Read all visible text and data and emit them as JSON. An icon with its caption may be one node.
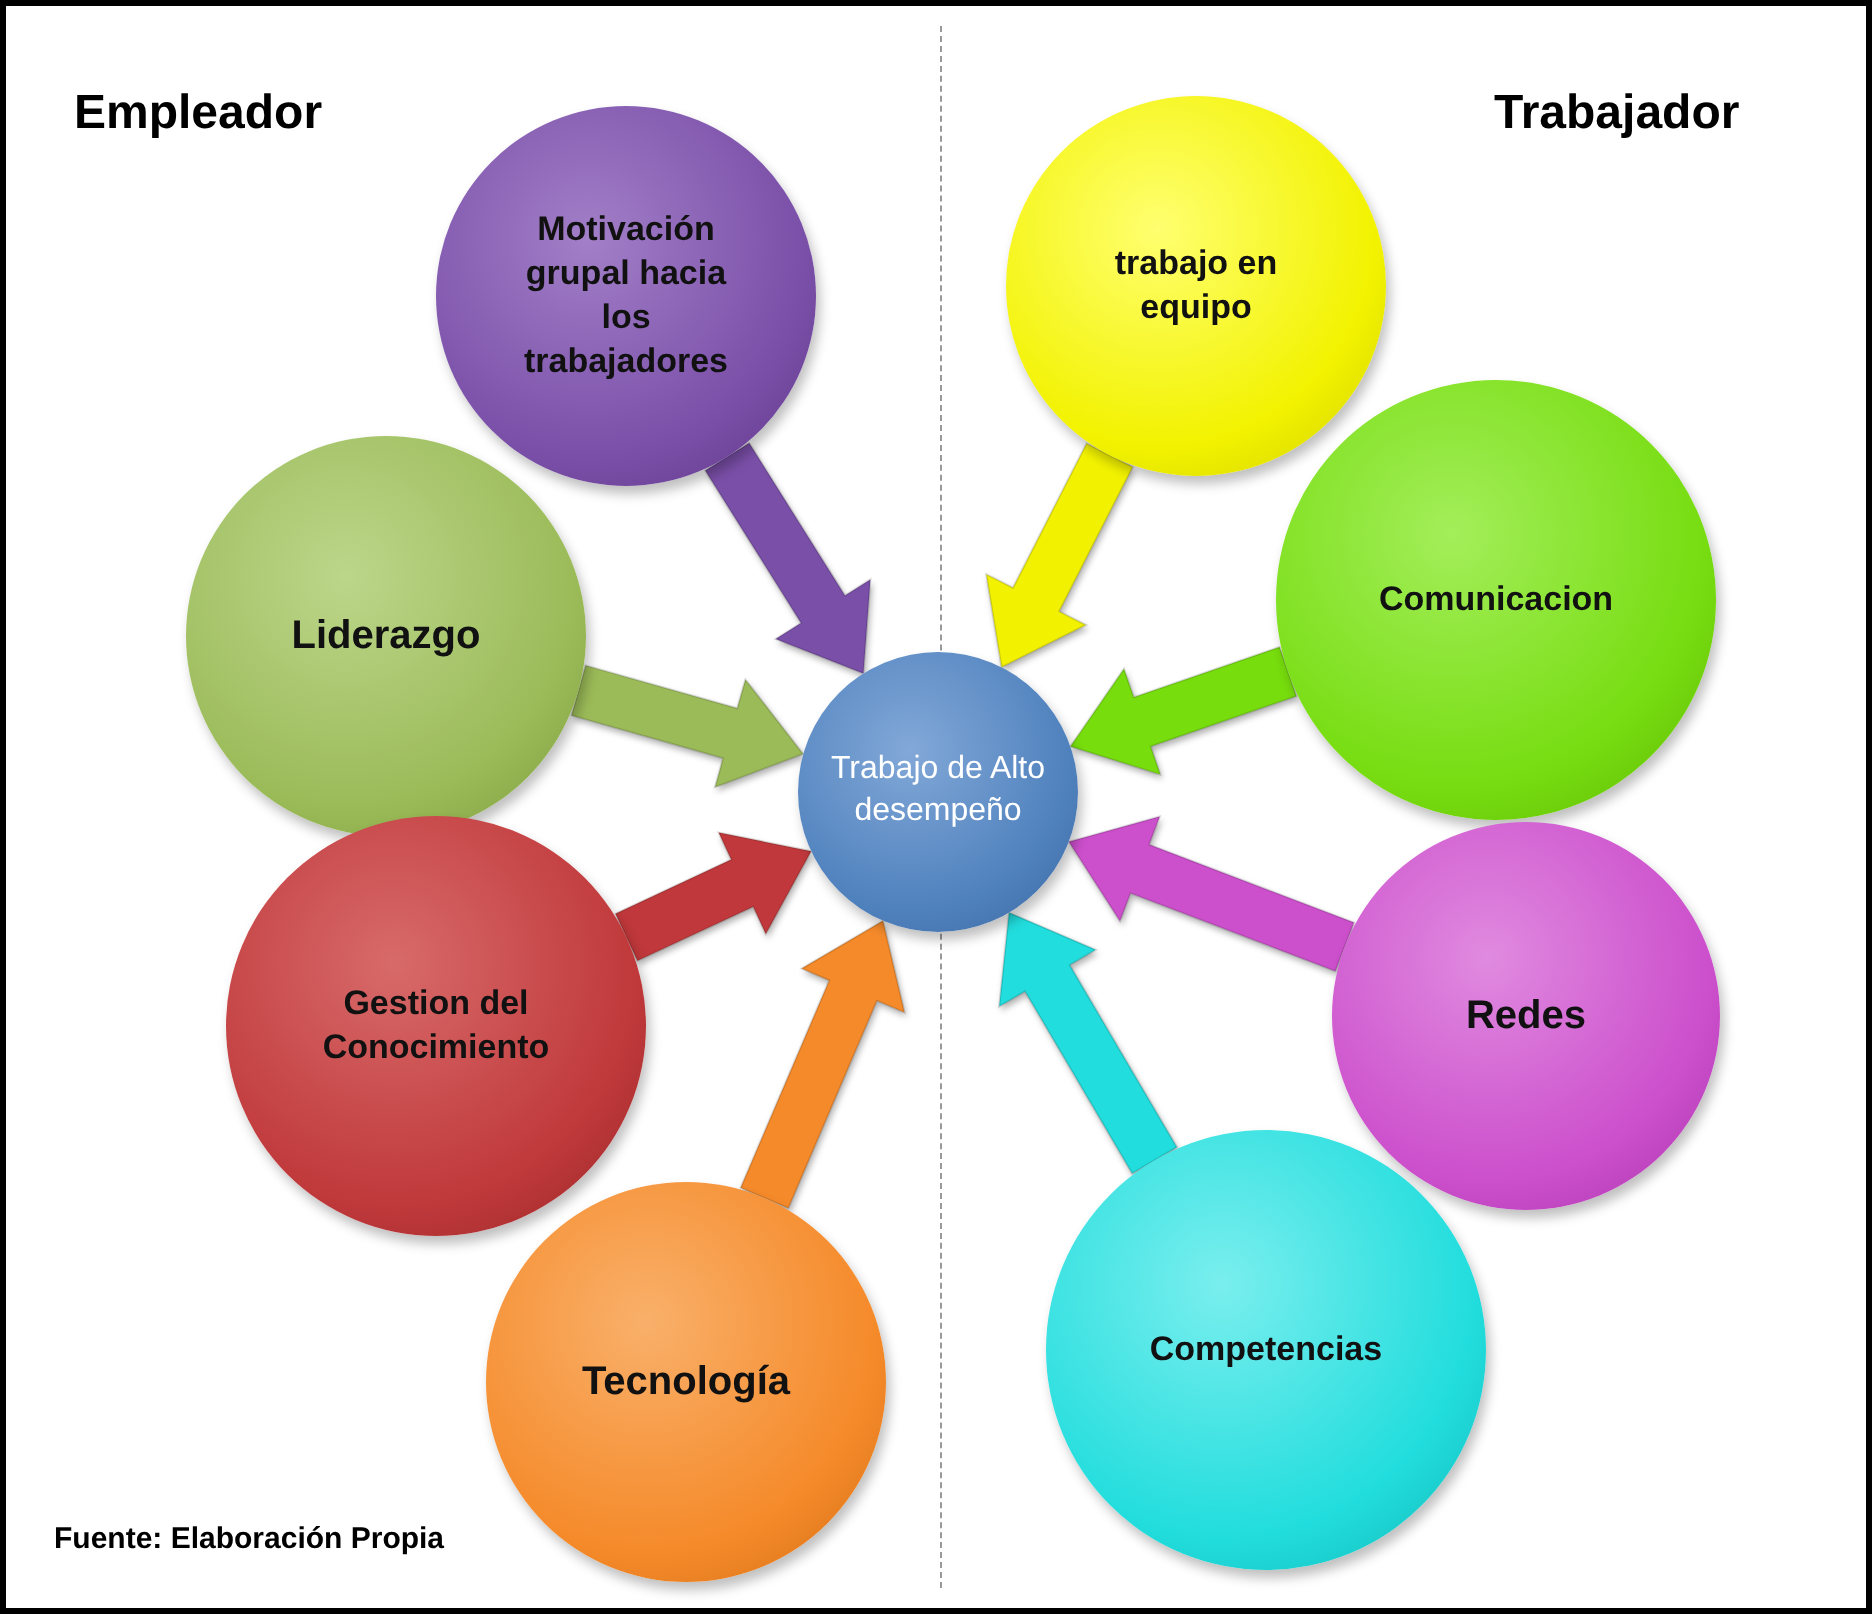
{
  "diagram": {
    "nodes": [
      {
        "text": [
          "Motivación grupal hacia los trabajadores"
        ]
      },
      {
        "text": [
          "Liderazgo"
        ]
      },
      {
        "text": [
          "Gestion del Conocimiento"
        ]
      },
      {
        "text": [
          "Tecnología"
        ]
      },
      {
        "text": [
          "trabajo en equipo"
        ]
      },
      {
        "text": [
          "Comunicacion"
        ]
      },
      {
        "text": [
          "Redes"
        ]
      },
      {
        "text": [
          "Competencias"
        ]
      },
      {
        "text": [
          "Trabajo de Alto desempeño"
        ]
      }
    ],
    "edges": [
      {
        "from": 0,
        "to": 8,
        "arrow": "to",
        "color": "#7a4fa8"
      },
      {
        "from": 1,
        "to": 8,
        "arrow": "to",
        "color": "#9bbb59"
      },
      {
        "from": 2,
        "to": 8,
        "arrow": "to",
        "color": "#c0393b"
      },
      {
        "from": 3,
        "to": 8,
        "arrow": "to",
        "color": "#f58a2a"
      },
      {
        "from": 4,
        "to": 8,
        "arrow": "to",
        "color": "#f2f200"
      },
      {
        "from": 5,
        "to": 8,
        "arrow": "to",
        "color": "#77dd11"
      },
      {
        "from": 6,
        "to": 8,
        "arrow": "to",
        "color": "#cc4fcc"
      },
      {
        "from": 7,
        "to": 8,
        "arrow": "to",
        "color": "#22dddd"
      }
    ],
    "labels": [
      "Empleador",
      "Trabajador",
      "Fuente: Elaboración Propia"
    ]
  }
}
